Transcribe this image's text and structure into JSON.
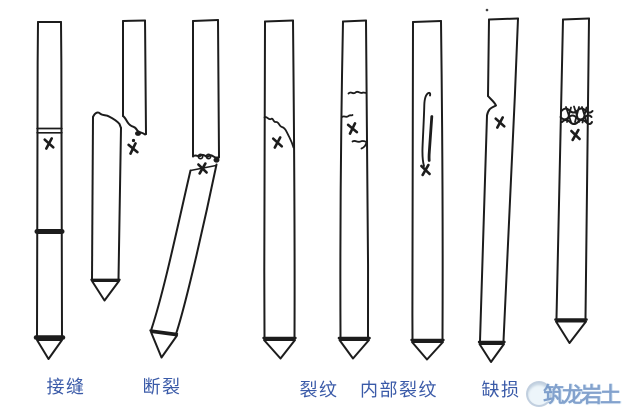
{
  "diagram": {
    "background": "#ffffff",
    "ink_color": "#1c1c1c",
    "label_color": "#3a5aa8",
    "defect_mark_symbol": "✗",
    "labels": {
      "joint": "接缝",
      "fracture": "断裂",
      "crack": "裂纹",
      "internal_crack": "内部裂纹",
      "defect": "缺损"
    },
    "piles": [
      {
        "name": "pile-1-joint",
        "defect_type": "接缝"
      },
      {
        "name": "pile-2-fracture-offset",
        "defect_type": "断裂"
      },
      {
        "name": "pile-3-fracture-tilted",
        "defect_type": "断裂"
      },
      {
        "name": "pile-4-crack-diagonal",
        "defect_type": "裂纹"
      },
      {
        "name": "pile-5-crack-horizontal",
        "defect_type": "裂纹"
      },
      {
        "name": "pile-6-internal-crack",
        "defect_type": "内部裂纹"
      },
      {
        "name": "pile-7-defect-notch",
        "defect_type": "缺损"
      },
      {
        "name": "pile-8-defect-band",
        "defect_type": "缺损"
      }
    ]
  },
  "watermark": {
    "text": "筑龙岩土"
  }
}
